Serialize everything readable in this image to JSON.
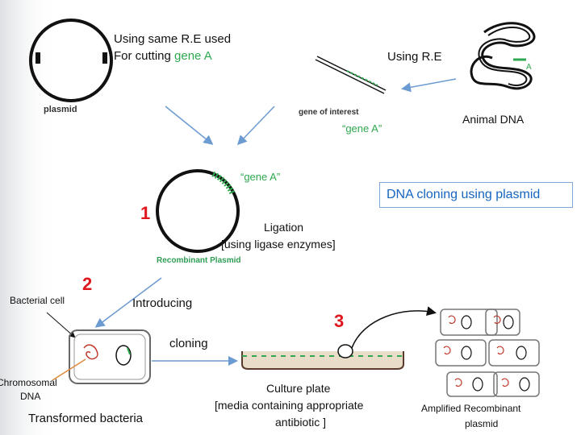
{
  "top_left": {
    "line1": "Using same R.E used",
    "line2_prefix": "For cutting ",
    "line2_gene": "gene A"
  },
  "plasmid_label": "plasmid",
  "using_re": "Using R.E",
  "gene_of_interest": "gene of interest",
  "gene_a_quote": "“gene A”",
  "animal_dna": "Animal DNA",
  "animal_marker": "A",
  "gene_a_ring": "“gene A”",
  "title": "DNA cloning using plasmid",
  "step1": "1",
  "ligation_line1": "Ligation",
  "ligation_line2": "[using ligase enzymes]",
  "recombinant_plasmid": "Recombinant Plasmid",
  "step2": "2",
  "bacterial_cell": "Bacterial cell",
  "introducing": "Introducing",
  "step3": "3",
  "cloning": "cloning",
  "chromosomal_line1": "Chromosomal",
  "chromosomal_line2": "DNA",
  "transformed_bacteria": "Transformed bacteria",
  "culture_line1": "Culture plate",
  "culture_line2": "[media containing appropriate",
  "culture_line3": "antibiotic ]",
  "amplified_line1": "Amplified Recombinant",
  "amplified_line2": "plasmid",
  "colors": {
    "gene": "#2fa84f",
    "arrow": "#6b9bd1",
    "step": "#e0161d",
    "title": "#1565c0"
  }
}
